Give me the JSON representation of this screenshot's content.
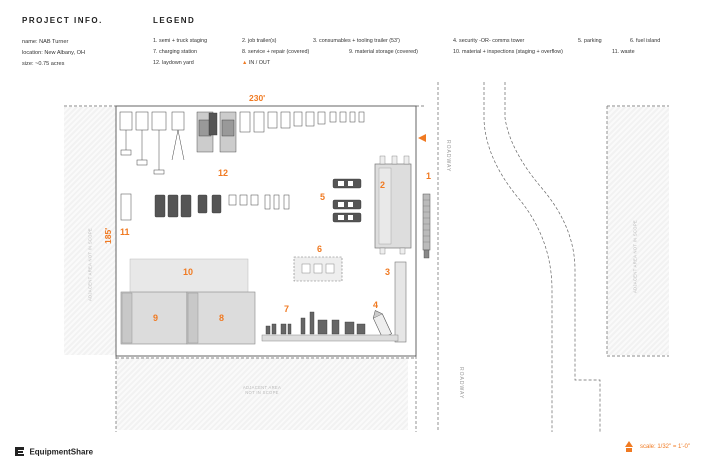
{
  "project_info": {
    "title": "PROJECT INFO.",
    "name": "name: NAB Turner",
    "location": "location: New Albany, OH",
    "size": "size: ~0.75 acres"
  },
  "legend": {
    "title": "LEGEND",
    "items": [
      "1.  semi + truck staging",
      "2.  job trailer(s)",
      "3.  consumables + tooling trailer (53')",
      "4.  security -OR- comms tower",
      "5.  parking",
      "6. fuel island",
      "7.  charging station",
      "8.  service + repair (covered)",
      "9.  material storage (covered)",
      "10. material + inspections (staging + overflow)",
      "11. waste",
      "12. laydown yard"
    ],
    "in_out": "IN / OUT"
  },
  "dimensions": {
    "width": "230'",
    "height": "185'"
  },
  "zones": [
    "1",
    "2",
    "3",
    "4",
    "5",
    "6",
    "7",
    "8",
    "9",
    "10",
    "11",
    "12"
  ],
  "adjacent": {
    "left": "ADJACENT AREA NOT IN SCOPE",
    "right": "ADJACENT AREA NOT IN SCOPE",
    "bottom": "ADJACENT AREA NOT IN SCOPE"
  },
  "roadway": "ROADWAY",
  "logo": "EquipmentShare",
  "scale": "scale: 1/32\" = 1'-0\"",
  "colors": {
    "accent": "#f07a22"
  }
}
